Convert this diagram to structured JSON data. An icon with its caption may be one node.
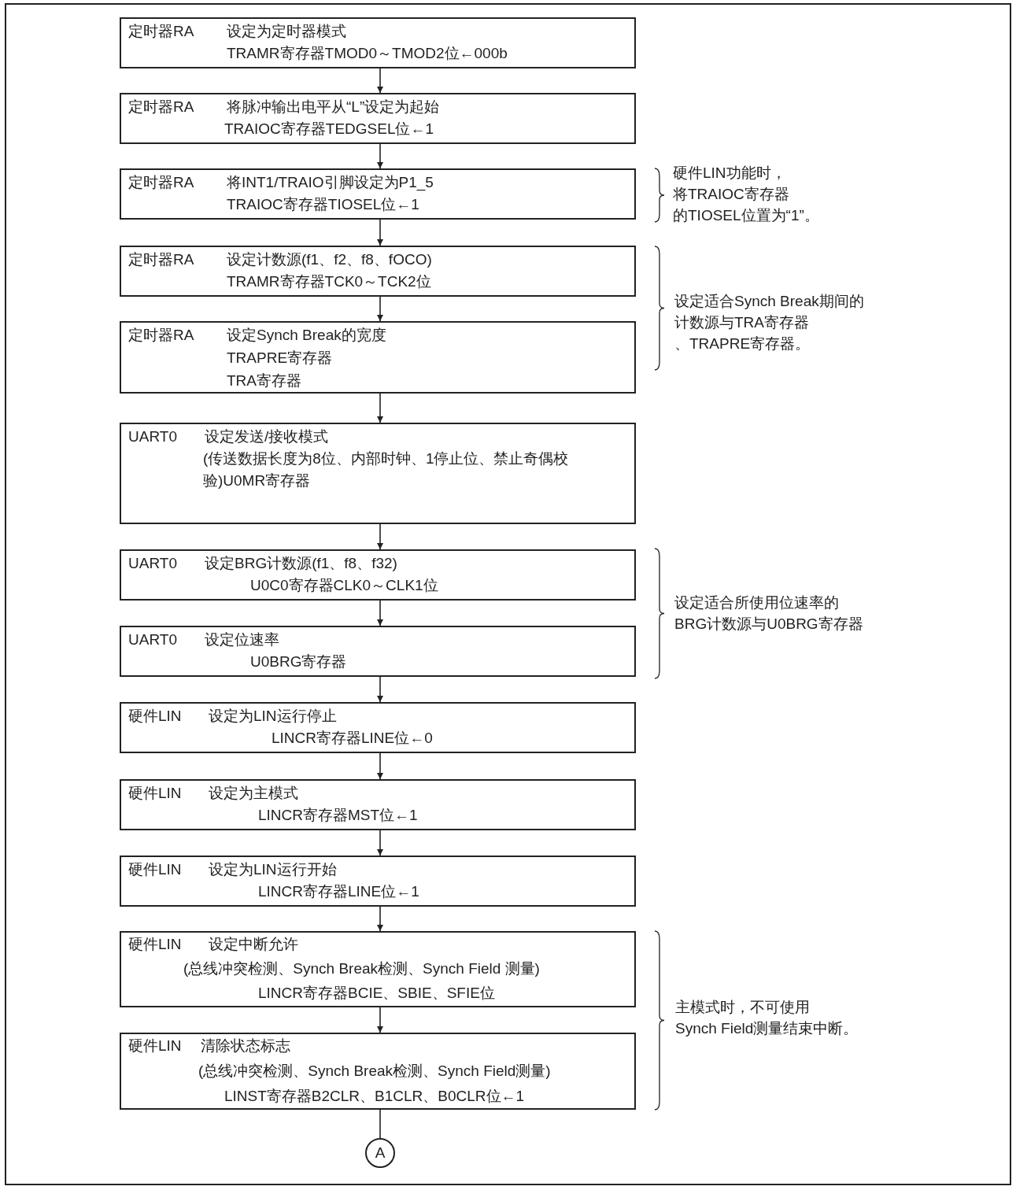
{
  "diagram": {
    "nodes": [
      {
        "text": [
          "定时器RA",
          "设定为定时器模式",
          "TRAMR寄存器TMOD0～TMOD2位←000b"
        ]
      },
      {
        "text": [
          "定时器RA",
          "将脉冲输出电平从“L”设定为起始",
          "TRAIOC寄存器TEDGSEL位←1"
        ]
      },
      {
        "text": [
          "定时器RA",
          "将INT1/TRAIO引脚设定为P1_5",
          "TRAIOC寄存器TIOSEL位←1"
        ]
      },
      {
        "text": [
          "定时器RA",
          "设定计数源(f1、f2、f8、fOCO)",
          "TRAMR寄存器TCK0～TCK2位"
        ]
      },
      {
        "text": [
          "定时器RA",
          "设定Synch Break的宽度",
          "TRAPRE寄存器",
          "TRA寄存器"
        ]
      },
      {
        "text": [
          "UART0",
          "设定发送/接收模式",
          "(传送数据长度为8位、内部时钟、1停止位、禁止奇偶校验)U0MR寄存器"
        ]
      },
      {
        "text": [
          "UART0",
          "设定BRG计数源(f1、f8、f32)",
          "U0C0寄存器CLK0～CLK1位"
        ]
      },
      {
        "text": [
          "UART0",
          "设定位速率",
          "U0BRG寄存器"
        ]
      },
      {
        "text": [
          "硬件LIN",
          "设定为LIN运行停止",
          "LINCR寄存器LINE位←0"
        ]
      },
      {
        "text": [
          "硬件LIN",
          "设定为主模式",
          "LINCR寄存器MST位←1"
        ]
      },
      {
        "text": [
          "硬件LIN",
          "设定为LIN运行开始",
          "LINCR寄存器LINE位←1"
        ]
      },
      {
        "text": [
          "硬件LIN",
          "设定中断允许",
          "(总线冲突检测、Synch Break检测、Synch Field 测量)",
          "LINCR寄存器BCIE、SBIE、SFIE位"
        ]
      },
      {
        "text": [
          "硬件LIN",
          "清除状态标志",
          "(总线冲突检测、Synch Break检测、Synch Field测量)",
          "LINST寄存器B2CLR、B1CLR、B0CLR位←1"
        ]
      },
      {
        "text": [
          "A"
        ]
      }
    ],
    "edges": [
      {
        "from": 0,
        "to": 1,
        "arrow": "to"
      },
      {
        "from": 1,
        "to": 2,
        "arrow": "to"
      },
      {
        "from": 2,
        "to": 3,
        "arrow": "to"
      },
      {
        "from": 3,
        "to": 4,
        "arrow": "to"
      },
      {
        "from": 4,
        "to": 5,
        "arrow": "to"
      },
      {
        "from": 5,
        "to": 6,
        "arrow": "to"
      },
      {
        "from": 6,
        "to": 7,
        "arrow": "to"
      },
      {
        "from": 7,
        "to": 8,
        "arrow": "to"
      },
      {
        "from": 8,
        "to": 9,
        "arrow": "to"
      },
      {
        "from": 9,
        "to": 10,
        "arrow": "to"
      },
      {
        "from": 10,
        "to": 11,
        "arrow": "to"
      },
      {
        "from": 11,
        "to": 12,
        "arrow": "to"
      },
      {
        "from": 12,
        "to": 13,
        "arrow": "none"
      }
    ],
    "labels": [
      "硬件LIN功能时，将TRAIOC寄存器的TIOSEL位置为“1”。",
      "设定适合Synch Break期间的计数源与TRA寄存器、TRAPRE寄存器。",
      "设定适合所使用位速率的BRG计数源与U0BRG寄存器",
      "主模式时，不可使用Synch Field测量结束中断。"
    ]
  }
}
